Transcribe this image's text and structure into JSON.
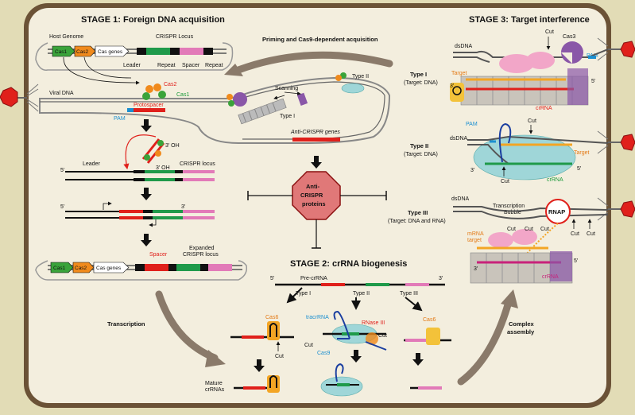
{
  "stages": {
    "stage1": "STAGE 1: Foreign DNA acquisition",
    "stage2": "STAGE 2: crRNA biogenesis",
    "stage3": "STAGE 3: Target interference"
  },
  "stage1": {
    "host_genome": "Host Genome",
    "crispr_locus": "CRISPR Locus",
    "cas1": "Cas1",
    "cas2": "Cas2",
    "cas_genes": "Cas genes",
    "leader": "Leader",
    "repeat1": "Repeat",
    "spacer": "Spacer",
    "repeat2": "Repeat",
    "viral_dna": "Viral DNA",
    "cas2_label": "Cas2",
    "cas1_label": "Cas1",
    "protospacer": "Protospacer",
    "pam": "PAM",
    "three_oh_a": "3′ OH",
    "three_oh_b": "3′ OH",
    "leader2": "Leader",
    "crispr_locus2": "CRISPR locus",
    "five_prime_a": "5′",
    "five_prime_b": "5′",
    "three_prime_b": "3′",
    "spacer_red": "Spacer",
    "expanded_1": "Expanded",
    "expanded_2": "CRISPR locus",
    "cas1_b": "Cas1",
    "cas2_b": "Cas2",
    "cas_genes_b": "Cas genes",
    "priming": "Priming and Cas9-dependent acquisition",
    "scanning": "Scanning",
    "type1": "Type I",
    "type2": "Type II",
    "anti_crispr_genes": "Anti-CRISPR genes",
    "anti_crispr_proteins": [
      "Anti-",
      "CRISPR",
      "proteins"
    ],
    "transcription": "Transcription",
    "mature_1": "Mature",
    "mature_2": "crRNAs"
  },
  "stage2": {
    "five_prime": "5′",
    "pre_crrna": "Pre-crRNA",
    "three_prime": "3′",
    "type1": "Type I",
    "type2": "Type II",
    "type3": "Type III",
    "cas6_a": "Cas6",
    "cut_a": "Cut",
    "tracrrna": "tracrRNA",
    "rnase3": "RNase III",
    "cut_b1": "Cut",
    "cut_b2": "Cut",
    "cas9": "Cas9",
    "cas6_b": "Cas6",
    "complex_1": "Complex",
    "complex_2": "assembly"
  },
  "stage3": {
    "type1": "Type I",
    "type1_sub": "(Target: DNA)",
    "type2": "Type II",
    "type2_sub": "(Target: DNA)",
    "type3": "Type III",
    "type3_sub": "(Target: DNA and RNA)",
    "dsdna_a": "dsDNA",
    "cut_a": "Cut",
    "cas3": "Cas3",
    "pam_a": "PAM",
    "target_a": "Target",
    "three_a": "3′",
    "five_a": "5′",
    "crrna_a": "crRNA",
    "pam_b": "PAM",
    "dsdna_b": "dsDNA",
    "cut_b1": "Cut",
    "cut_b2": "Cut",
    "target_b": "Target",
    "three_b": "3′",
    "five_b": "5′",
    "crrna_b": "crRNA",
    "dsdna_c": "dsDNA",
    "transcription_bubble_1": "Transcription",
    "transcription_bubble_2": "Bubble",
    "rnap": "RNAP",
    "mrna_1": "mRNA",
    "mrna_2": "target",
    "cut_c1": "Cut",
    "cut_c2": "Cut",
    "cut_c3": "Cut",
    "cut_c4": "Cut",
    "cut_c5": "Cut",
    "three_c": "3′",
    "five_c": "5′",
    "crrna_c": "crRNA"
  },
  "colors": {
    "cell_fill": "#f3eede",
    "cell_border": "#6b5236",
    "background": "#e2dcb6",
    "repeat": "#111111",
    "spacer_green": "#1f9a4a",
    "spacer_pink": "#e27ab8",
    "spacer_red": "#e0201b",
    "cas1": "#3aa33a",
    "cas2": "#f08a1c",
    "cas9": "#9fd6d8",
    "cascade": "#f2a6c8",
    "cas3": "#8a57a8",
    "target_orange": "#f3a524",
    "virus_red": "#e0201b"
  }
}
